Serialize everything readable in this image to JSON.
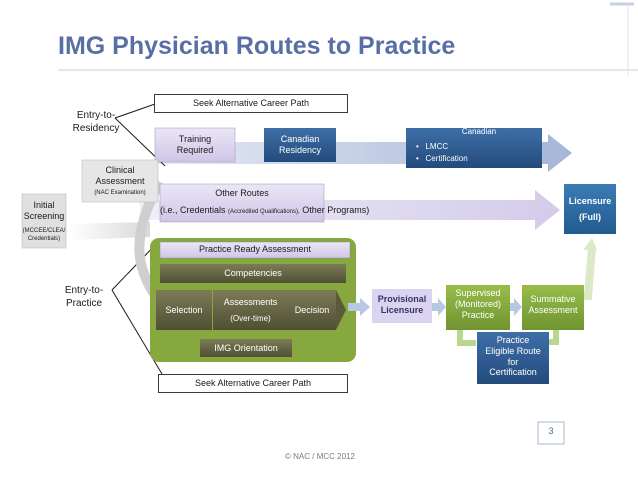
{
  "slide": {
    "title": "IMG Physician Routes to Practice",
    "page_number": "3",
    "footer": "© NAC / MCC 2012",
    "colors": {
      "title": "#5a6ea6",
      "arrow_blue": "#aab8d8",
      "arrow_purple": "#d8d0ec",
      "green_panel": "#86a83e",
      "dark_blue": "#2e5a8c",
      "licensure_blue": "#2c6aa0"
    }
  },
  "top_box": {
    "label": "Seek Alternative Career Path"
  },
  "bottom_box": {
    "label": "Seek Alternative Career Path"
  },
  "labels": {
    "entry_to_residency": [
      "Entry-to-",
      "Residency"
    ],
    "entry_to_practice": [
      "Entry-to-",
      "Practice"
    ]
  },
  "initial_screening": {
    "title": [
      "Initial",
      "Screening"
    ],
    "sub": [
      "(MCCEE/CLEA/",
      "Credentials)"
    ]
  },
  "clinical_assessment": {
    "title": [
      "Clinical",
      "Assessment"
    ],
    "sub": "(NAC Examination)"
  },
  "residency_route": {
    "training": [
      "Training",
      "Required"
    ],
    "canadian_residency": [
      "Canadian",
      "Residency"
    ],
    "canadian_heading": "Canadian",
    "bullets": [
      "LMCC",
      "Certification"
    ]
  },
  "other_routes": {
    "title": "Other Routes",
    "line_prefix": "(i.e., Credentials ",
    "line_small": "(Accredited Qualifications),",
    "line_suffix": " Other Programs)"
  },
  "licensure": {
    "title": "Licensure",
    "sub": "(Full)"
  },
  "practice_panel": {
    "header": "Practice Ready Assessment",
    "competencies": "Competencies",
    "selection": "Selection",
    "assessments": "Assessments",
    "over_time": "(Over-time)",
    "decision": "Decision",
    "orientation": "IMG Orientation"
  },
  "provisional": [
    "Provisional",
    "Licensure"
  ],
  "supervised": [
    "Supervised",
    "(Monitored)",
    "Practice"
  ],
  "summative": [
    "Summative",
    "Assessment"
  ],
  "eligible_route": [
    "Practice",
    "Eligible Route",
    "for",
    "Certification"
  ]
}
